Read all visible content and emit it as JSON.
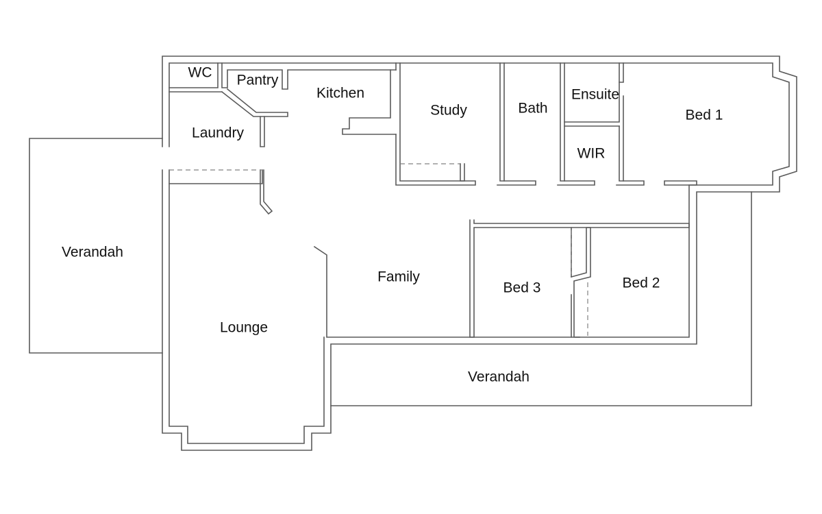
{
  "rooms": {
    "wc": "WC",
    "pantry": "Pantry",
    "kitchen": "Kitchen",
    "laundry": "Laundry",
    "study": "Study",
    "bath": "Bath",
    "ensuite": "Ensuite",
    "bed1": "Bed 1",
    "wir": "WIR",
    "verandah_west": "Verandah",
    "family": "Family",
    "bed3": "Bed 3",
    "bed2": "Bed 2",
    "lounge": "Lounge",
    "verandah_south": "Verandah"
  }
}
